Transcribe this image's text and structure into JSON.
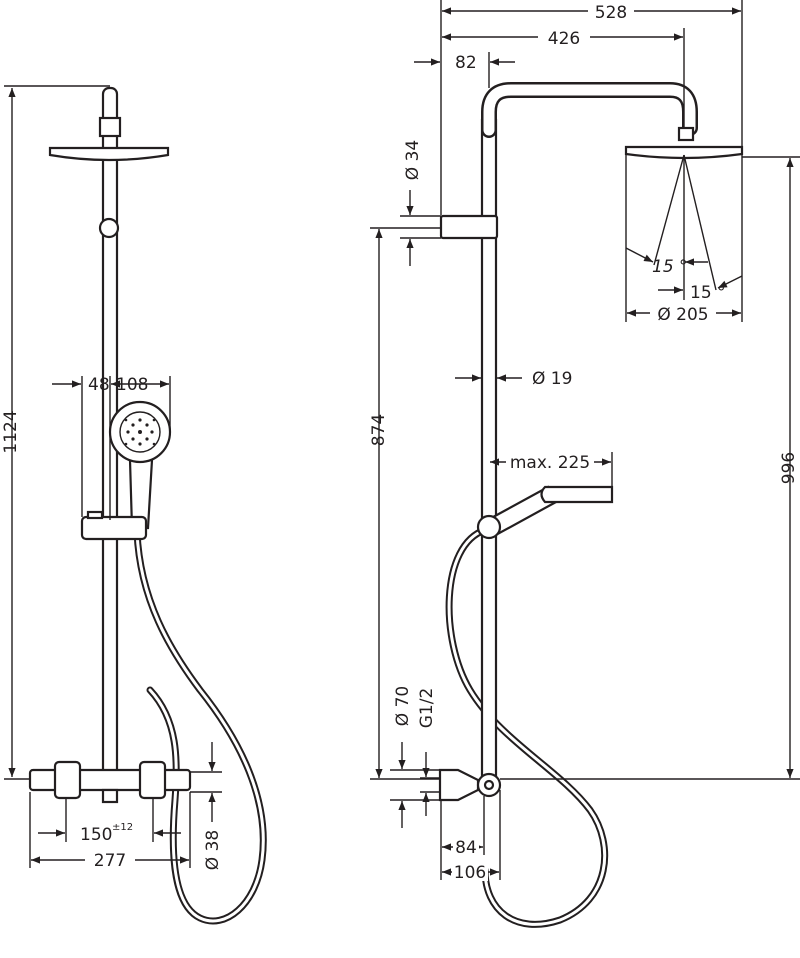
{
  "dimensions": {
    "total_height": "1124",
    "wall_offset": "48",
    "handshower_diameter": "108",
    "center_distance": "150",
    "center_tolerance": "±12",
    "mixer_width": "277",
    "mixer_diameter": "Ø 38",
    "overall_projection": "528",
    "arm_reach": "426",
    "column_offset": "82",
    "holder_diameter": "Ø 34",
    "slider_height": "874",
    "column_diameter": "Ø 19",
    "handshower_reach": "max. 225",
    "spray_angle_a": "15 °",
    "spray_angle_b": "15 °",
    "head_diameter": "Ø 205",
    "head_height": "996",
    "escutcheon_diameter": "Ø 70",
    "connection_thread": "G1/2",
    "connector_depth": "84",
    "outlet_depth": "106"
  },
  "colors": {
    "line": "#231f20",
    "background": "#ffffff"
  }
}
